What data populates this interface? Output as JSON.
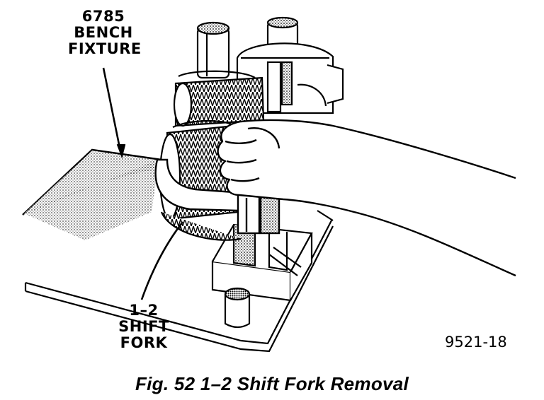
{
  "callouts": {
    "bench_fixture": [
      "6785",
      "BENCH",
      "FIXTURE"
    ],
    "shift_fork": [
      "1–2",
      "SHIFT",
      "FORK"
    ]
  },
  "figure_id": "9521-18",
  "caption": "Fig. 52 1–2 Shift Fork Removal",
  "colors": {
    "ink": "#000000",
    "paper": "#ffffff"
  }
}
